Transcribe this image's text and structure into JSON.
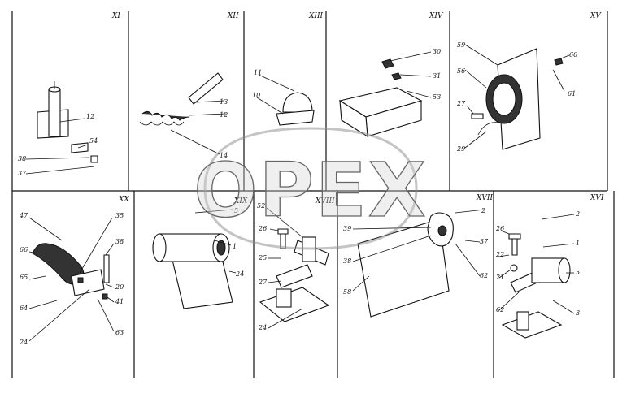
{
  "watermark": "OPEX",
  "panels": [
    {
      "title": "XI",
      "labels": [
        "12",
        "54",
        "38",
        "37"
      ]
    },
    {
      "title": "XII",
      "labels": [
        "13",
        "12",
        "14"
      ]
    },
    {
      "title": "XIII",
      "labels": [
        "11",
        "10"
      ]
    },
    {
      "title": "XIV",
      "labels": [
        "30",
        "31",
        "53"
      ]
    },
    {
      "title": "XV",
      "labels": [
        "59",
        "56",
        "60",
        "61",
        "27",
        "29"
      ]
    },
    {
      "title": "XX",
      "labels": [
        "47",
        "35",
        "66",
        "38",
        "65",
        "20",
        "64",
        "41",
        "24",
        "63"
      ]
    },
    {
      "title": "XIX",
      "labels": [
        "5",
        "1",
        "24"
      ]
    },
    {
      "title": "XVIII",
      "labels": [
        "52",
        "26",
        "25",
        "27",
        "24"
      ]
    },
    {
      "title": "XVII",
      "labels": [
        "2",
        "39",
        "37",
        "38",
        "62",
        "58"
      ]
    },
    {
      "title": "XVI",
      "labels": [
        "2",
        "26",
        "1",
        "22",
        "5",
        "21",
        "62",
        "3"
      ]
    }
  ]
}
